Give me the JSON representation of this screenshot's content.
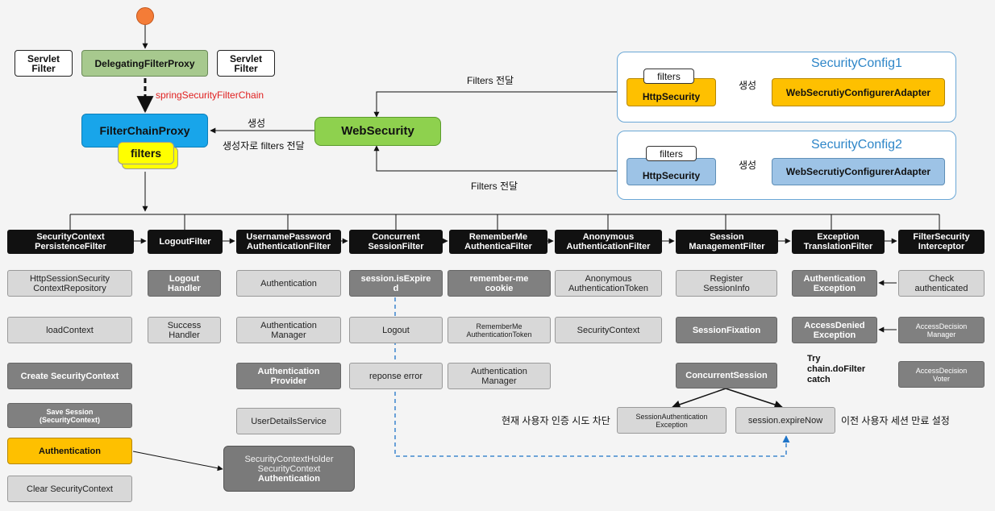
{
  "top": {
    "servlet_filter_left": "Servlet\nFilter",
    "delegating_filter_proxy": "DelegatingFilterProxy",
    "servlet_filter_right": "Servlet\nFilter",
    "spring_security_filter_chain": "springSecurityFilterChain",
    "filter_chain_proxy": "FilterChainProxy",
    "filters_stack": "filters",
    "web_security": "WebSecurity",
    "create_label": "생성",
    "pass_filters_label": "생성자로 filters 전달"
  },
  "configs": [
    {
      "title": "SecurityConfig1",
      "filters_tag": "filters",
      "http_security": "HttpSecurity",
      "create_label": "생성",
      "adapter": "WebSecrutiyConfigurerAdapter",
      "transfer_label": "Filters 전달",
      "color": "#fec000"
    },
    {
      "title": "SecurityConfig2",
      "filters_tag": "filters",
      "http_security": "HttpSecurity",
      "create_label": "생성",
      "adapter": "WebSecrutiyConfigurerAdapter",
      "transfer_label": "Filters 전달",
      "color": "#9dc3e6"
    }
  ],
  "filters": [
    "SecurityContext\nPersistenceFilter",
    "LogoutFilter",
    "UsernamePassword\nAuthenticationFilter",
    "Concurrent\nSessionFilter",
    "RememberMe\nAuthenticaFilter",
    "Anonymous\nAuthenticationFilter",
    "Session\nManagementFilter",
    "Exception\nTranslationFilter",
    "FilterSecurity\nInterceptor"
  ],
  "persistence_column": {
    "repository": "HttpSessionSecurity\nContextRepository",
    "load_context": "loadContext",
    "create_context": "Create SecurityContext",
    "save_session": "Save Session\n(SecurityContext)",
    "authentication": "Authentication",
    "clear_context": "Clear SecurityContext"
  },
  "logout_column": {
    "logout_handler": "Logout\nHandler",
    "success_handler": "Success\nHandler"
  },
  "auth_column": {
    "authentication": "Authentication",
    "manager": "Authentication\nManager",
    "provider": "Authentication\nProvider",
    "user_details": "UserDetailsService"
  },
  "holder": {
    "line1": "SecurityContextHolder",
    "line2": "SecurityContext",
    "line3": "Authentication"
  },
  "concurrent_column": {
    "is_expired": "session.isExpire\nd",
    "logout": "Logout",
    "error": "reponse error"
  },
  "remember_column": {
    "cookie": "remember-me\ncookie",
    "token": "RememberMe\nAuthenticationToken",
    "manager": "Authentication\nManager"
  },
  "anonymous_column": {
    "token": "Anonymous\nAuthenticationToken",
    "context": "SecurityContext"
  },
  "session_column": {
    "register": "Register\nSessionInfo",
    "fixation": "SessionFixation",
    "concurrent": "ConcurrentSession",
    "auth_exception": "SessionAuthentication\nException",
    "expire_now": "session.expireNow",
    "left_note": "현재 사용자 인증 시도 차단",
    "right_note": "이전 사용자 세션 만료 설정"
  },
  "exception_column": {
    "auth_exception": "Authentication\nException",
    "denied_exception": "AccessDenied\nException",
    "try_note": "Try\nchain.doFilter\ncatch"
  },
  "interceptor_column": {
    "check": "Check\nauthenticated",
    "manager": "AccessDecision\nManager",
    "voter": "AccessDecision\nVoter"
  },
  "colors": {
    "dashed_link": "#1e74c8",
    "start_dot": "#f47c37"
  }
}
